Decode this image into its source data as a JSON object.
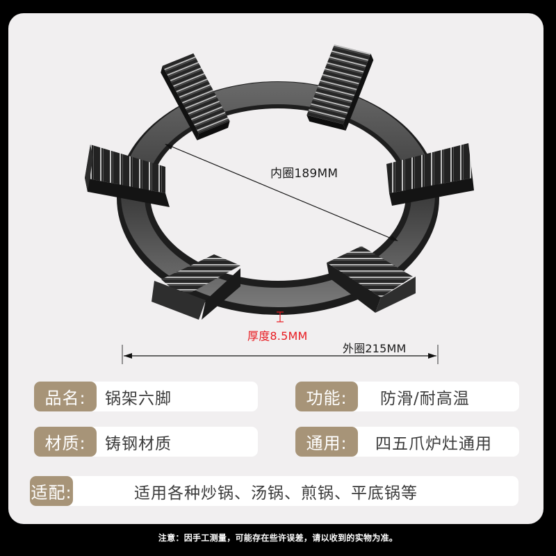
{
  "product_image": {
    "subject": "six-claw cast steel pot stand ring",
    "icon": "pot-stand-ring"
  },
  "dimensions": {
    "inner_diameter": "内圈189MM",
    "thickness": "厚度8.5MM",
    "outer_diameter": "外圈215MM"
  },
  "colors": {
    "background": "#000000",
    "card": "#f1eff0",
    "label_chip": "#a79478",
    "thickness_annotation": "#e8191f"
  },
  "specs": {
    "name": {
      "label": "品名:",
      "value": "锅架六脚"
    },
    "function": {
      "label": "功能:",
      "value": "防滑/耐高温"
    },
    "material": {
      "label": "材质:",
      "value": "铸钢材质"
    },
    "universal": {
      "label": "通用:",
      "value": "四五爪炉灶通用"
    },
    "fit": {
      "label": "适配:",
      "value": "适用各种炒锅、汤锅、煎锅、平底锅等"
    }
  },
  "footer": {
    "note": "注意：因手工测量，可能存在些许误差，请以收到的实物为准。"
  }
}
